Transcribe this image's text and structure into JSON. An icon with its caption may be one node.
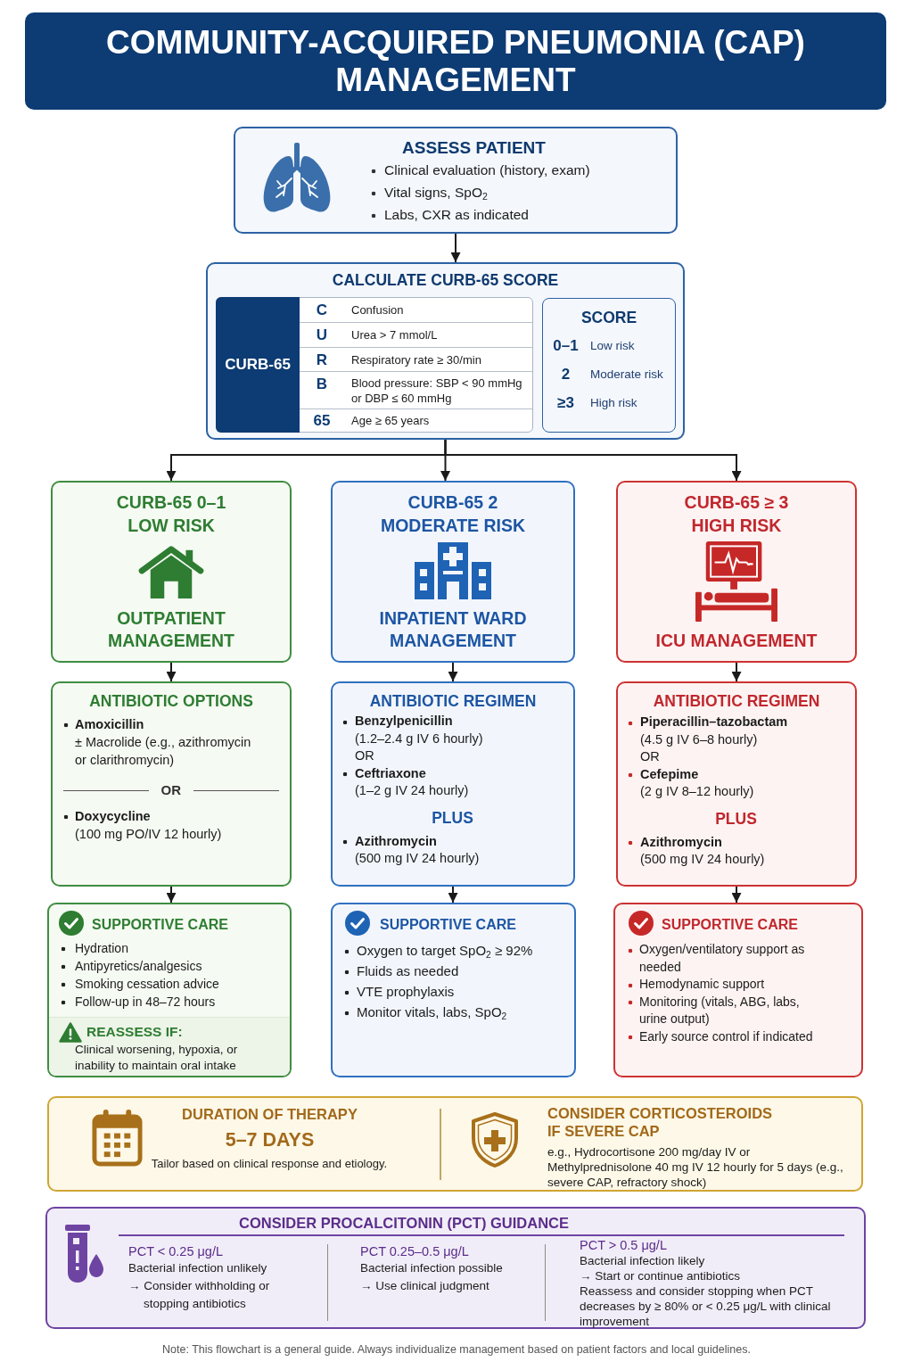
{
  "diagram": {
    "title": "COMMUNITY-ACQUIRED PNEUMONIA (CAP) MANAGEMENT",
    "caption": "Note: This flowchart is a general guide. Always individualize management based on patient factors and local guidelines.",
    "nodes": [
      {
        "text": [
          "ASSESS PATIENT",
          "Clinical evaluation (history, exam)",
          "Vital signs, SpO$_{2}$",
          "Labs, CXR as indicated"
        ]
      },
      {
        "text": [
          "CALCULATE CURB-65 SCORE"
        ]
      },
      {
        "text": [
          "CURB-65",
          "C",
          "Confusion",
          "U",
          "Urea > 7 mmol/L",
          "R",
          "Respiratory rate ≥ 30/min",
          "B",
          "Blood pressure: SBP < 90 mmHg or DBP ≤ 60 mmHg",
          "65",
          "Age ≥ 65 years"
        ],
        "in": 1
      },
      {
        "text": [
          "SCORE",
          "0–1",
          "Low risk",
          "2",
          "Moderate risk",
          "≥3",
          "High risk"
        ],
        "in": 1
      },
      {
        "text": [
          "CURB-65 0–1",
          "LOW RISK",
          "OUTPATIENT MANAGEMENT"
        ]
      },
      {
        "text": [
          "CURB-65 2",
          "MODERATE RISK",
          "INPATIENT WARD MANAGEMENT"
        ]
      },
      {
        "text": [
          "CURB-65 ≥ 3",
          "HIGH RISK",
          "ICU MANAGEMENT"
        ]
      },
      {
        "text": [
          "ANTIBIOTIC OPTIONS",
          "**Amoxicillin** ± Macrolide (e.g., azithromycin or clarithromycin)",
          "OR",
          "**Doxycycline** (100 mg PO/IV 12 hourly)"
        ]
      },
      {
        "text": [
          "ANTIBIOTIC REGIMEN",
          "**Benzylpenicillin** (1.2–2.4 g IV 6 hourly)",
          "OR",
          "**Ceftriaxone** (1–2 g IV 24 hourly)",
          "PLUS",
          "**Azithromycin** (500 mg IV 24 hourly)"
        ]
      },
      {
        "text": [
          "ANTIBIOTIC REGIMEN",
          "**Piperacillin–tazobactam** (4.5 g IV 6–8 hourly)",
          "OR",
          "**Cefepime** (2 g IV 8–12 hourly)",
          "PLUS",
          "**Azithromycin** (500 mg IV 24 hourly)"
        ]
      },
      {
        "text": [
          "SUPPORTIVE CARE",
          "Hydration",
          "Antipyretics/analgesics",
          "Smoking cessation advice",
          "Follow-up in 48–72 hours"
        ]
      },
      {
        "text": [
          "REASSESS IF:",
          "Clinical worsening, hypoxia, or inability to maintain oral intake"
        ],
        "in": 10
      },
      {
        "text": [
          "SUPPORTIVE CARE",
          "Oxygen to target SpO$_{2}$ ≥ 92%",
          "Fluids as needed",
          "VTE prophylaxis",
          "Monitor vitals, labs, SpO$_{2}$"
        ]
      },
      {
        "text": [
          "SUPPORTIVE CARE",
          "Oxygen/ventilatory support as needed",
          "Hemodynamic support",
          "Monitoring (vitals, ABG, labs, urine output)",
          "Early source control if indicated"
        ]
      },
      {
        "text": [
          "DURATION OF THERAPY",
          "5–7 DAYS",
          "Tailor based on clinical response and etiology.",
          "CONSIDER CORTICOSTEROIDS IF SEVERE CAP",
          "e.g., Hydrocortisone 200 mg/day IV or Methylprednisolone 40 mg IV 12 hourly for 5 days (e.g., severe CAP, refractory shock)"
        ]
      },
      {
        "text": [
          "CONSIDER PROCALCITONIN (PCT) GUIDANCE",
          "PCT < 0.25 μg/L",
          "Bacterial infection unlikely",
          "→ Consider withholding or stopping antibiotics",
          "PCT 0.25–0.5 μg/L",
          "Bacterial infection possible",
          "→ Use clinical judgment",
          "PCT > 0.5 μg/L",
          "Bacterial infection likely",
          "→ Start or continue antibiotics",
          "Reassess and consider stopping when PCT decreases by ≥ 80% or < 0.25 μg/L with clinical improvement"
        ]
      }
    ],
    "edges": [
      {
        "from": 0,
        "to": 1,
        "arrow": "to"
      },
      {
        "from": 1,
        "to": 4,
        "arrow": "to"
      },
      {
        "from": 1,
        "to": 5,
        "arrow": "to"
      },
      {
        "from": 1,
        "to": 6,
        "arrow": "to"
      },
      {
        "from": 4,
        "to": 7,
        "arrow": "to"
      },
      {
        "from": 5,
        "to": 8,
        "arrow": "to"
      },
      {
        "from": 6,
        "to": 9,
        "arrow": "to"
      },
      {
        "from": 7,
        "to": 10,
        "arrow": "to"
      },
      {
        "from": 8,
        "to": 12,
        "arrow": "to"
      },
      {
        "from": 9,
        "to": 13,
        "arrow": "to"
      }
    ]
  }
}
